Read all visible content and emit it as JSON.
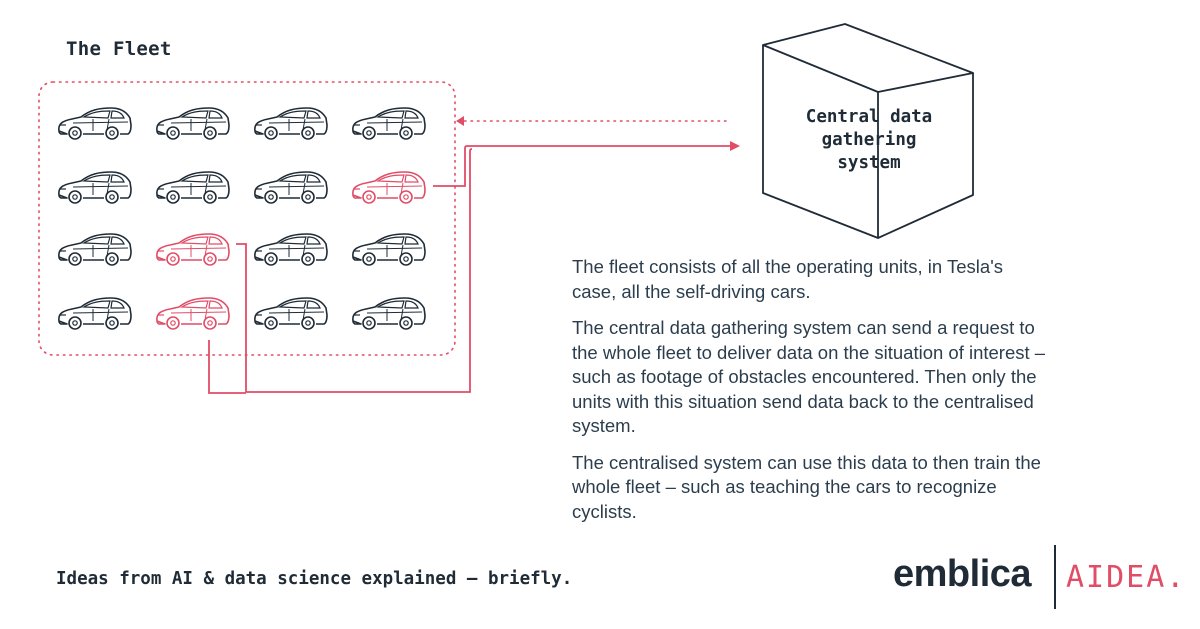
{
  "fleet": {
    "title": "The Fleet",
    "cars": [
      [
        "normal",
        "normal",
        "normal",
        "normal"
      ],
      [
        "normal",
        "normal",
        "normal",
        "highlighted"
      ],
      [
        "normal",
        "highlighted",
        "normal",
        "normal"
      ],
      [
        "normal",
        "highlighted",
        "normal",
        "normal"
      ]
    ]
  },
  "central_system": {
    "label_lines": [
      "Central data",
      "gathering",
      "system"
    ]
  },
  "description": {
    "paragraphs": [
      "The fleet consists of all the operating units, in Tesla's case, all the self-driving cars.",
      "The central data gathering system can send a request to the whole fleet to deliver data on the situation of interest – such as footage of obstacles encountered. Then only the units with this situation send data back to the centralised system.",
      "The centralised system can use this data to then train the whole fleet – such as teaching the cars to recognize cyclists."
    ]
  },
  "footer": {
    "tagline": "Ideas from AI & data science explained – briefly.",
    "brand": "emblica",
    "series": "AIDEA."
  },
  "colors": {
    "ink": "#1f2b36",
    "accent": "#e14d67"
  },
  "icons": {
    "car": "car-icon",
    "cube": "cube-icon",
    "arrow": "arrow-head-icon"
  }
}
